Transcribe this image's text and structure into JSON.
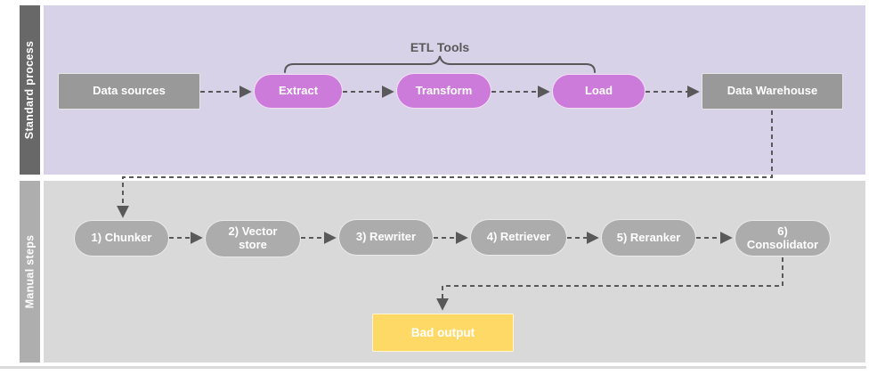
{
  "diagram": {
    "standard_lane": {
      "label": "Standard process",
      "brace_label": "ETL Tools",
      "nodes": [
        {
          "name": "data-sources",
          "label": "Data sources"
        },
        {
          "name": "extract",
          "label": "Extract"
        },
        {
          "name": "transform",
          "label": "Transform"
        },
        {
          "name": "load",
          "label": "Load"
        },
        {
          "name": "data-warehouse",
          "label": "Data Warehouse"
        }
      ]
    },
    "manual_lane": {
      "label": "Manual steps",
      "nodes": [
        {
          "name": "chunker",
          "label": "1) Chunker"
        },
        {
          "name": "vector-store",
          "label": "2) Vector store"
        },
        {
          "name": "rewriter",
          "label": "3) Rewriter"
        },
        {
          "name": "retriever",
          "label": "4) Retriever"
        },
        {
          "name": "reranker",
          "label": "5) Reranker"
        },
        {
          "name": "consolidator",
          "label": "6) Consolidator"
        },
        {
          "name": "bad-output",
          "label": "Bad output"
        }
      ]
    },
    "colors": {
      "standard_lane_bg": "#d8d2e8",
      "manual_lane_bg": "#d9d9d9",
      "standard_label_bar": "#686868",
      "manual_label_bar": "#aeaeae",
      "etl_pill": "#cd7bdb",
      "standard_gray_node": "#999999",
      "manual_gray_node": "#acacac",
      "bad_output_fill": "#ffd966",
      "connector": "#595959"
    }
  }
}
